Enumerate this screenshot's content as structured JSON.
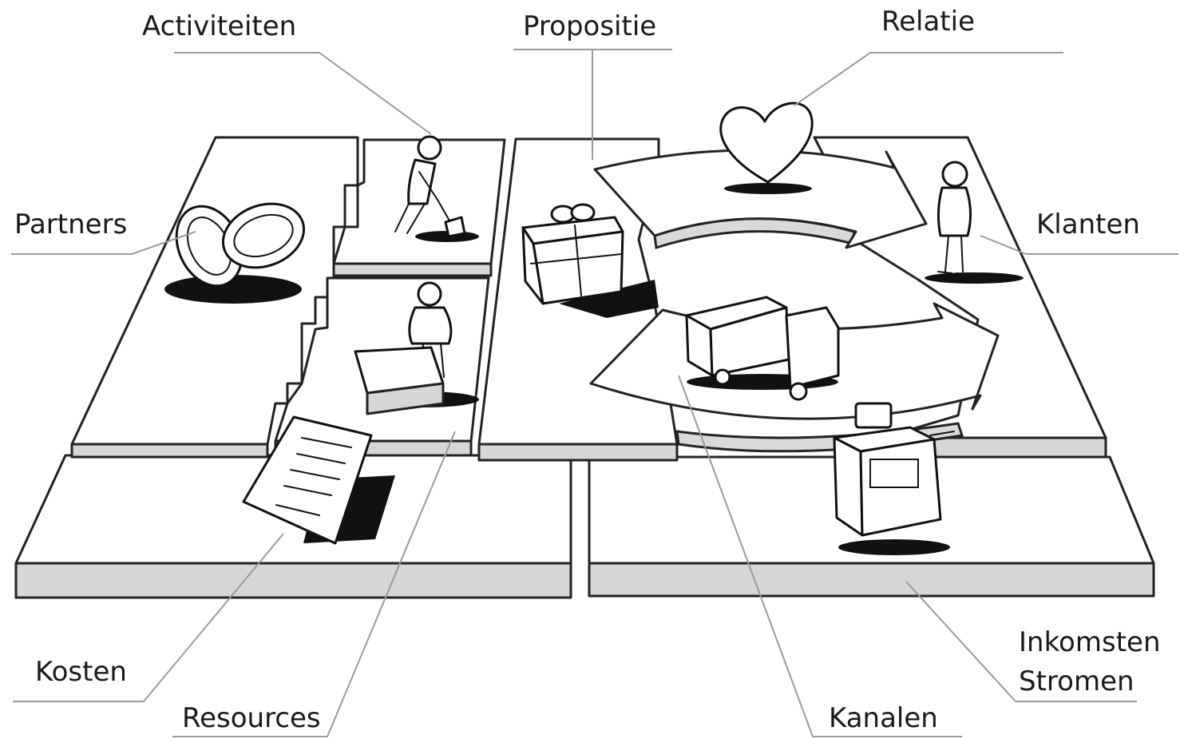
{
  "labels": {
    "activiteiten": "Activiteiten",
    "propositie": "Propositie",
    "relatie": "Relatie",
    "partners": "Partners",
    "klanten": "Klanten",
    "kosten": "Kosten",
    "resources": "Resources",
    "kanalen": "Kanalen",
    "inkomsten_line1": "Inkomsten",
    "inkomsten_line2": "Stromen"
  },
  "icons": [
    "rings-icon",
    "digging-person-icon",
    "person-at-machine-icon",
    "gift-icon",
    "heart-icon",
    "customer-person-icon",
    "truck-icon",
    "cash-register-icon",
    "document-icon"
  ]
}
